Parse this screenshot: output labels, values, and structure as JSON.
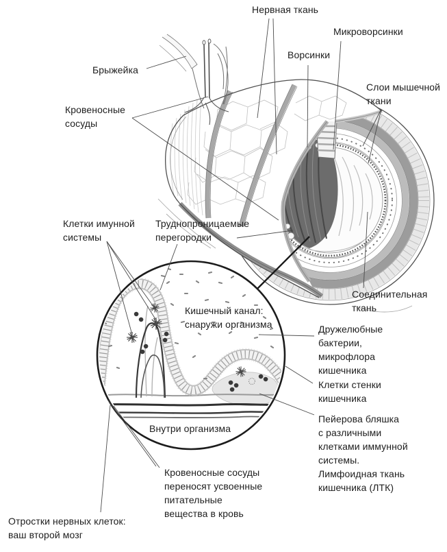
{
  "figure": {
    "type": "anatomical-diagram",
    "subject": "intestine cross-section with magnified gut-wall inset",
    "labels": {
      "nerve_tissue": "Нервная ткань",
      "microvilli": "Микроворсинки",
      "villi": "Ворсинки",
      "muscle_layers": "Слои мышечной\nткани",
      "mesentery": "Брыжейка",
      "blood_vessels": "Кровеносные\nсосуды",
      "immune_cells": "Клетки имунной\nсистемы",
      "tight_junctions": "Труднопроницаемые\nперегородки",
      "connective_tissue": "Соединительная\nткань",
      "friendly_bacteria": "Дружелюбные\nбактерии,\nмикрофлора\nкишечника",
      "gut_wall_cells": "Клетки стенки\nкишечника",
      "peyers_patch": "Пейерова бляшка\nс различными\nклетками иммунной\nсистемы.\nЛимфоидная ткань\nкишечника (ЛТК)",
      "gut_canal_outside": "Кишечный канал:\nснаружи организма",
      "inside_body": "Внутри организма",
      "vessels_carry_nutrients": "Кровеносные сосуды\nпереносят усвоенные\nпитательные\nвещества в кровь",
      "nerve_processes": "Отростки нервных клеток:\nваш второй мозг"
    },
    "palette": {
      "ink": "#1d1d1d",
      "leader_line": "#4a4a4a",
      "outline": "#4f4f4f",
      "muscle_gray": "#9c9c9c",
      "connective_light": "#e8e8e8",
      "lumen_dark": "#6c6c6c"
    }
  }
}
